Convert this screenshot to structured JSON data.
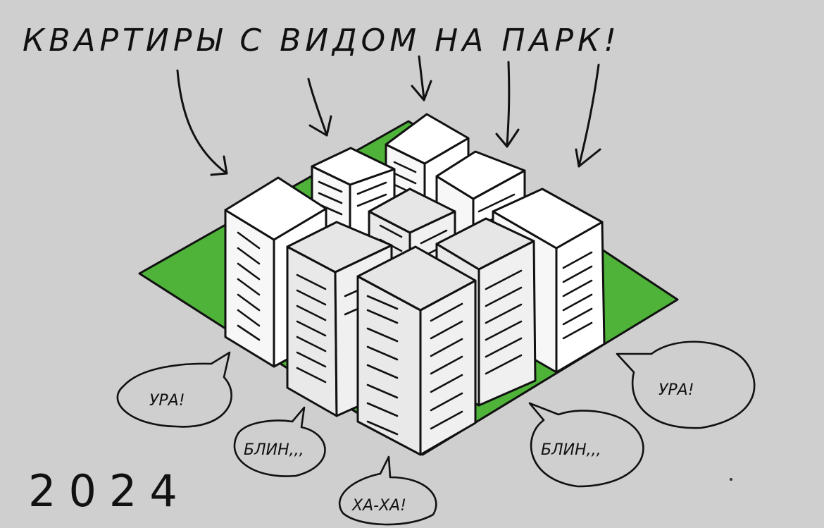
{
  "title": "КВАРТИРЫ С ВИДОМ НА ПАРК!",
  "year": "2024",
  "colors": {
    "background": "#cfcfcf",
    "park_green": "#4fb33a",
    "ink": "#111111",
    "building_white": "#ffffff",
    "building_shadow": "#e6e6e6"
  },
  "arrows": [
    {
      "name": "arrow-1",
      "target": "left tower"
    },
    {
      "name": "arrow-2",
      "target": "back-left tower"
    },
    {
      "name": "arrow-3",
      "target": "back tower"
    },
    {
      "name": "arrow-4",
      "target": "back-right tower"
    },
    {
      "name": "arrow-5",
      "target": "right tower"
    }
  ],
  "bubbles": [
    {
      "id": "left-ura",
      "text": "УРА!"
    },
    {
      "id": "left-blin",
      "text": "БЛИН,,,"
    },
    {
      "id": "bottom-haha",
      "text": "ХА-ХА!"
    },
    {
      "id": "right-blin",
      "text": "БЛИН,,,"
    },
    {
      "id": "right-ura",
      "text": "УРА!"
    }
  ],
  "buildings": {
    "count": 9,
    "layout": "3x3 isometric grid of towers on a green park square"
  }
}
